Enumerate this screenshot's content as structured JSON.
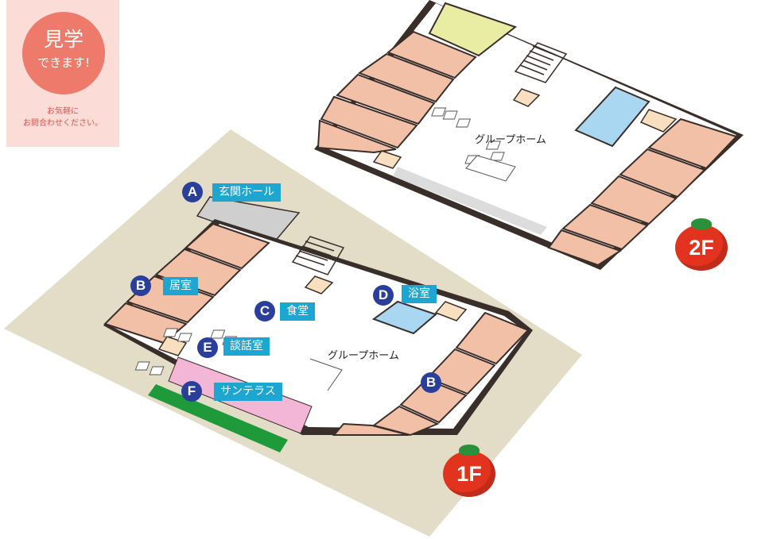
{
  "visit_panel": {
    "title": "見学",
    "subtitle": "できます!",
    "note_line1": "お気軽に",
    "note_line2": "お問合わせください。"
  },
  "floors": {
    "floor2": {
      "label": "2F",
      "area_label": "グループホーム"
    },
    "floor1": {
      "label": "1F",
      "area_label": "グループホーム"
    }
  },
  "rooms": {
    "a": {
      "marker": "A",
      "label": "玄関ホール"
    },
    "b1": {
      "marker": "B",
      "label": "居室"
    },
    "b2": {
      "marker": "B"
    },
    "c": {
      "marker": "C",
      "label": "食堂"
    },
    "d": {
      "marker": "D",
      "label": "浴室"
    },
    "e": {
      "marker": "E",
      "label": "談話室"
    },
    "f": {
      "marker": "F",
      "label": "サンテラス"
    }
  },
  "colors": {
    "ground": "#e3ddc8",
    "resident_room": "#f2c0a6",
    "room_outline": "#3a2e2a",
    "corridor": "#ffffff",
    "bath": "#a9d6f1",
    "lounge": "#f4b6d6",
    "terrace": "#1e9a3a",
    "storage_yellow": "#e9eda4",
    "entrance_gray": "#cfcfcf",
    "label_blue": "#1ea6d2",
    "marker_navy": "#2a3f9a",
    "tomato_red": "#e2331f",
    "visit_panel_bg": "#fcdcd6",
    "visit_circle": "#ee7a6b"
  }
}
